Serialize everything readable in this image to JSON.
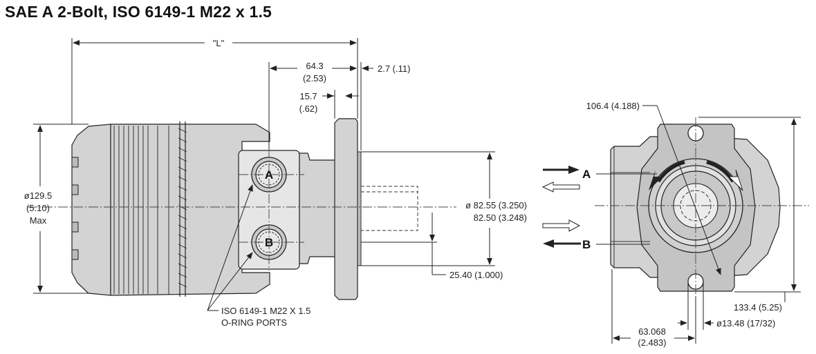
{
  "title": "SAE A 2-Bolt, ISO 6149-1 M22 x 1.5",
  "dimensions": {
    "overall_length": "\"L\"",
    "dim_64_3": "64.3",
    "dim_64_3_in": "(2.53)",
    "dim_2_7": "2.7 (.11)",
    "dim_15_7": "15.7",
    "dim_15_7_in": "(.62)",
    "dia_129_5": "ø129.5",
    "dia_129_5_in": "(5.10)",
    "dia_129_5_max": "Max",
    "pilot_dia_1": "ø 82.55 (3.250)",
    "pilot_dia_2": "82.50 (3.248)",
    "shaft_offset": "25.40 (1.000)",
    "bolt_circle": "106.4 (4.188)",
    "flange_height": "133.4 (5.25)",
    "bolt_hole": "ø13.48 (17/32)",
    "bolt_spacing": "63.068",
    "bolt_spacing_in": "(2.483)"
  },
  "ports": {
    "port_a": "A",
    "port_b": "B",
    "port_note_1": "ISO 6149-1 M22 X 1.5",
    "port_note_2": "O-RING PORTS"
  },
  "flow": {
    "label_a": "A",
    "label_b": "B"
  }
}
